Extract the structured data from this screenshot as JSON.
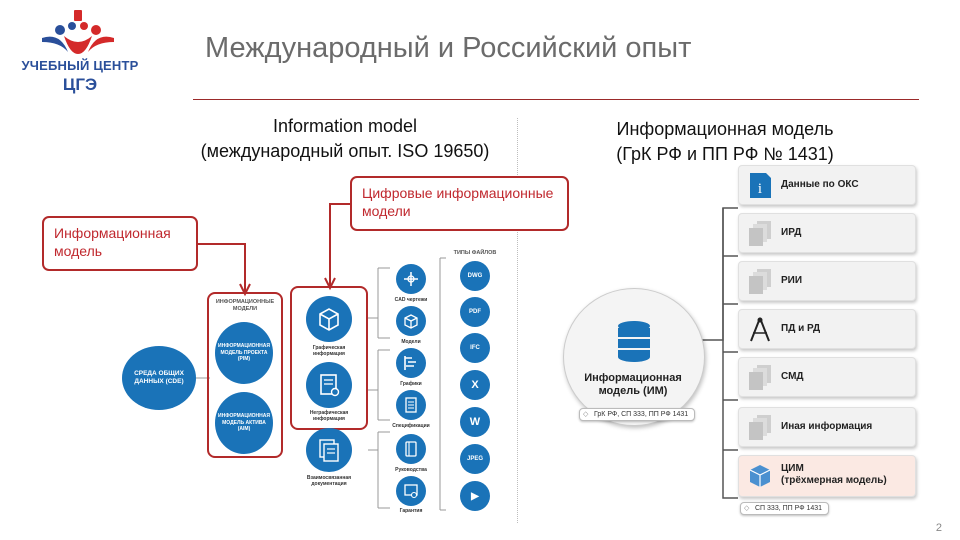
{
  "logo": {
    "line1": "УЧЕБНЫЙ ЦЕНТР",
    "line2": "ЦГЭ"
  },
  "title": "Международный и Российский опыт",
  "left": {
    "heading_line1": "Information model",
    "heading_line2": "(международный опыт. ISO 19650)",
    "callout_im": "Информационная модель",
    "callout_dim": "Цифровые информационные модели",
    "cde": "СРЕДА ОБЩИХ ДАННЫХ (CDE)",
    "models_title": "ИНФОРМАЦИОННЫЕ МОДЕЛИ",
    "pim": "ИНФОРМАЦИОННАЯ МОДЕЛЬ ПРОЕКТА (PIM)",
    "aim": "ИНФОРМАЦИОННАЯ МОДЕЛЬ АКТИВА (AIM)",
    "graphic": "Графическая информация",
    "nongraphic": "Неграфическая информация",
    "related": "Взаимосвязанная документация",
    "sub": [
      "CAD чертежи",
      "Модели",
      "Графики",
      "Спецификации",
      "Руководства",
      "Гарантия"
    ],
    "types_title": "ТИПЫ ФАЙЛОВ",
    "types": [
      "DWG",
      "PDF",
      "IFC",
      "X",
      "W",
      "JPEG",
      "▶"
    ]
  },
  "right": {
    "heading_line1": "Информационная модель",
    "heading_line2": "(ГрК РФ и ПП РФ № 1431)",
    "center_line1": "Информационная",
    "center_line2": "модель (ИМ)",
    "center_tag": "ГрК РФ, СП 333, ПП РФ 1431",
    "items": [
      {
        "line1": "Данные по ОКС",
        "line2": ""
      },
      {
        "line1": "ИРД",
        "line2": ""
      },
      {
        "line1": "РИИ",
        "line2": ""
      },
      {
        "line1": "ПД и РД",
        "line2": ""
      },
      {
        "line1": "СМД",
        "line2": ""
      },
      {
        "line1": "Иная информация",
        "line2": ""
      },
      {
        "line1": "ЦИМ",
        "line2": "(трёхмерная модель)"
      }
    ],
    "bottom_tag": "СП 333, ПП РФ 1431"
  },
  "page_number": "2",
  "colors": {
    "accent_red": "#b22a2a",
    "blue": "#1a73b8",
    "dark_blue": "#2a4f9a",
    "cim_bg": "#fbe9e3"
  }
}
